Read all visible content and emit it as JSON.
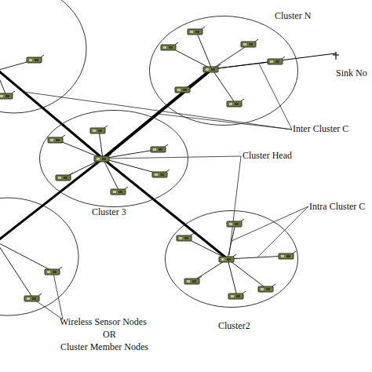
{
  "diagram": {
    "nodes": [
      {
        "text": [
          "Cluster N"
        ]
      },
      {
        "text": [
          "Cluster 3"
        ]
      },
      {
        "text": [
          "Cluster2"
        ]
      }
    ],
    "labels": [
      "Sink No",
      "Inter Cluster C",
      "Cluster Head",
      "Intra Cluster C",
      "Wireless Sensor Nodes",
      "OR",
      "Cluster Member Nodes"
    ]
  }
}
